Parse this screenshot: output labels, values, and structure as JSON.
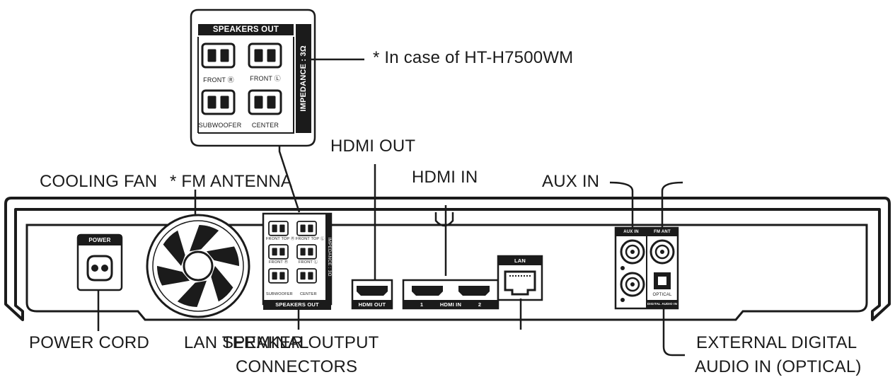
{
  "callouts": {
    "in_case_note": "* In case of HT-H7500WM",
    "hdmi_out": "HDMI OUT",
    "cooling_fan": "COOLING FAN",
    "fm_antenna": "* FM ANTENNA",
    "hdmi_in": "HDMI IN",
    "aux_in": "AUX IN",
    "power_cord": "POWER CORD",
    "lan_terminal": "LAN TERMINAL",
    "speaker_output_line1": "SPEAKER OUTPUT",
    "speaker_output_line2": "CONNECTORS",
    "external_digital_line1": "EXTERNAL DIGITAL",
    "external_digital_line2": "AUDIO IN (OPTICAL)"
  },
  "inset_panel": {
    "title": "SPEAKERS OUT",
    "impedance": "IMPEDANCE : 3Ω",
    "ports": [
      "FRONT Ⓡ",
      "FRONT Ⓛ",
      "SUBWOOFER",
      "CENTER"
    ]
  },
  "device_labels": {
    "power": "POWER",
    "speakers_out": "SPEAKERS OUT",
    "impedance": "IMPEDANCE : 3Ω",
    "speaker_ports": [
      "FRONT TOP Ⓡ",
      "FRONT TOP Ⓛ",
      "FRONT Ⓡ",
      "FRONT Ⓛ",
      "SUBWOOFER",
      "CENTER"
    ],
    "hdmi_out": "HDMI OUT",
    "hdmi_in": "HDMI IN",
    "hdmi_in_1": "1",
    "hdmi_in_2": "2",
    "lan": "LAN",
    "aux_in": "AUX IN",
    "fm_ant": "FM ANT",
    "optical": "OPTICAL",
    "digital_audio_in": "DIGITAL AUDIO IN"
  },
  "colors": {
    "ink": "#1b1b1b",
    "panel_fill": "#ffffff",
    "label_band": "#1b1b1b",
    "band_text": "#ffffff"
  }
}
